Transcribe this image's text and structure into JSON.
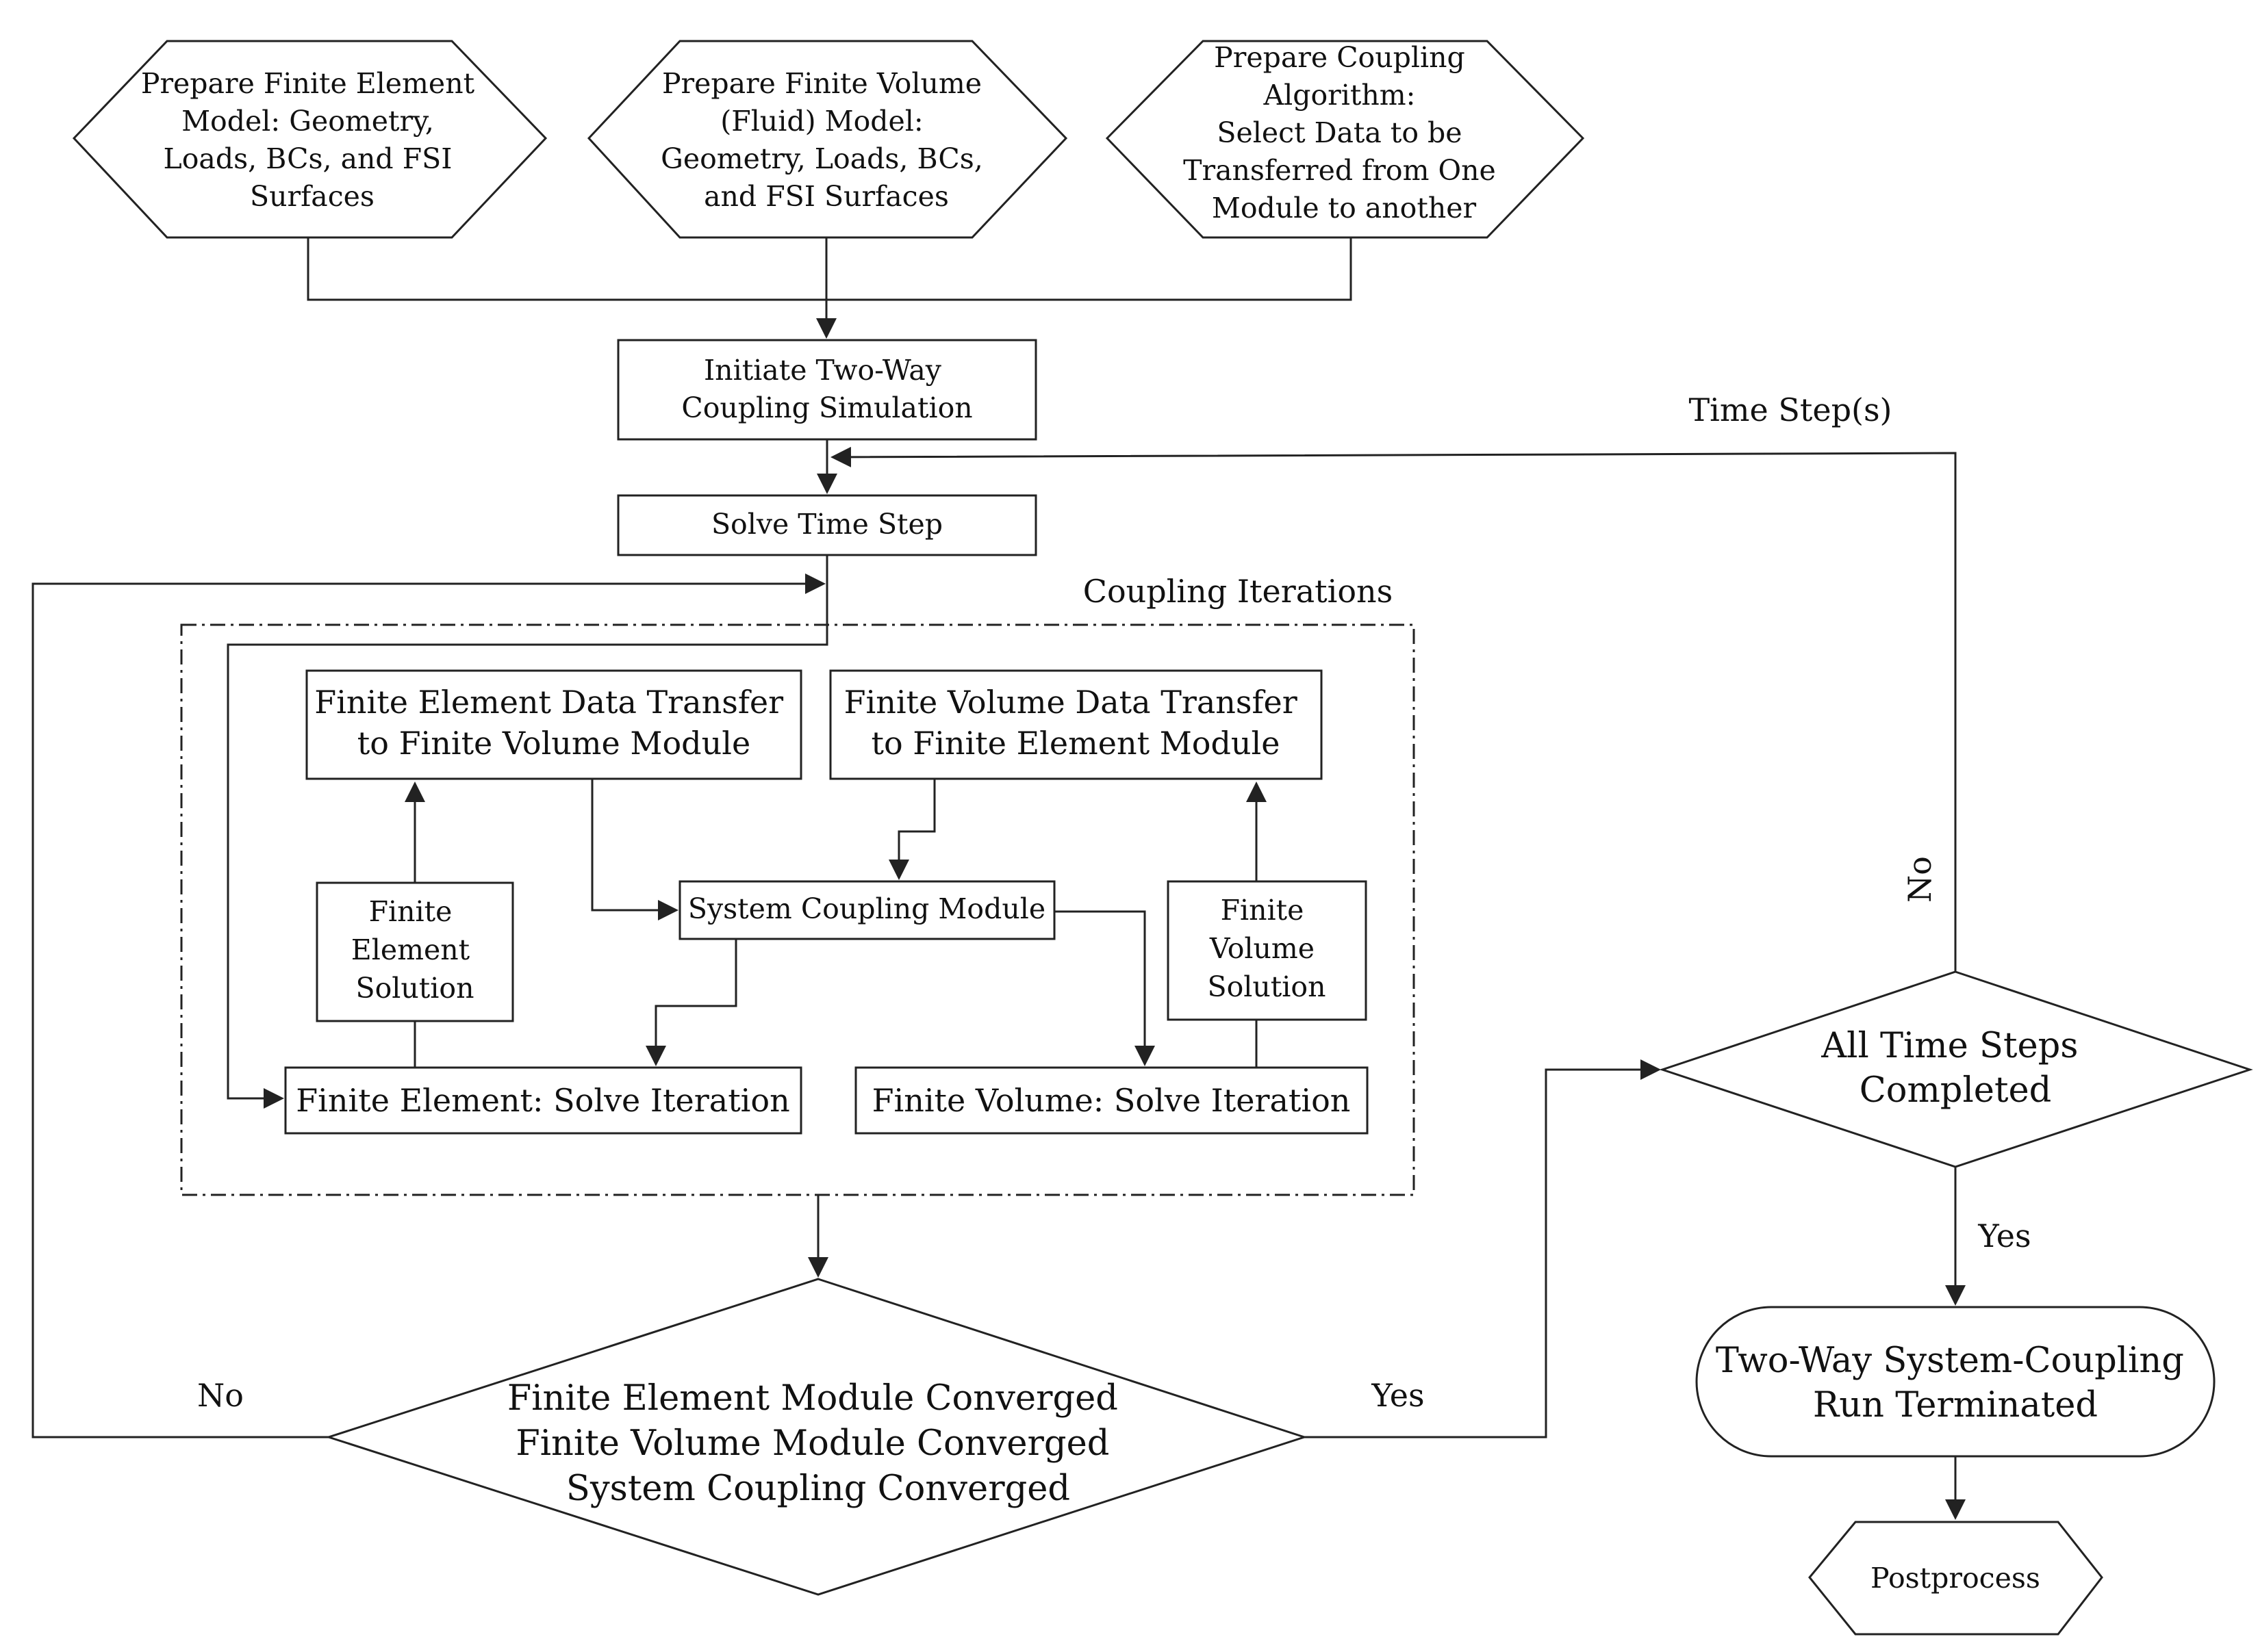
{
  "prep_fe": [
    "Prepare Finite Element",
    "Model: Geometry,",
    "Loads, BCs, and FSI",
    "Surfaces"
  ],
  "prep_fv": [
    "Prepare Finite Volume",
    "(Fluid) Model:",
    "Geometry, Loads, BCs,",
    "and FSI Surfaces"
  ],
  "prep_coupling": [
    "Prepare Coupling",
    "Algorithm:",
    "Select Data to be",
    "Transferred from One",
    "Module to another"
  ],
  "initiate": [
    "Initiate Two-Way",
    "Coupling Simulation"
  ],
  "solve_time_step": "Solve Time Step",
  "time_steps_label": "Time Step(s)",
  "coupling_iterations_label": "Coupling Iterations",
  "fe_transfer": [
    "Finite Element Data Transfer",
    "to Finite Volume Module"
  ],
  "fv_transfer": [
    "Finite Volume Data Transfer",
    "to Finite Element Module"
  ],
  "system_coupling_module": "System Coupling Module",
  "fe_solution": [
    "Finite",
    "Element",
    "Solution"
  ],
  "fv_solution": [
    "Finite",
    "Volume",
    "Solution"
  ],
  "fe_solve": "Finite Element: Solve Iteration",
  "fv_solve": "Finite Volume: Solve Iteration",
  "converged_decision": [
    "Finite Element Module Converged",
    "Finite Volume Module  Converged",
    "System Coupling Converged"
  ],
  "no_label_left": "No",
  "yes_label_mid": "Yes",
  "all_steps_decision": [
    "All Time Steps",
    "Completed"
  ],
  "no_label_right": "No",
  "yes_label_right": "Yes",
  "terminated": [
    "Two-Way System-Coupling",
    "Run Terminated"
  ],
  "postprocess": "Postprocess"
}
